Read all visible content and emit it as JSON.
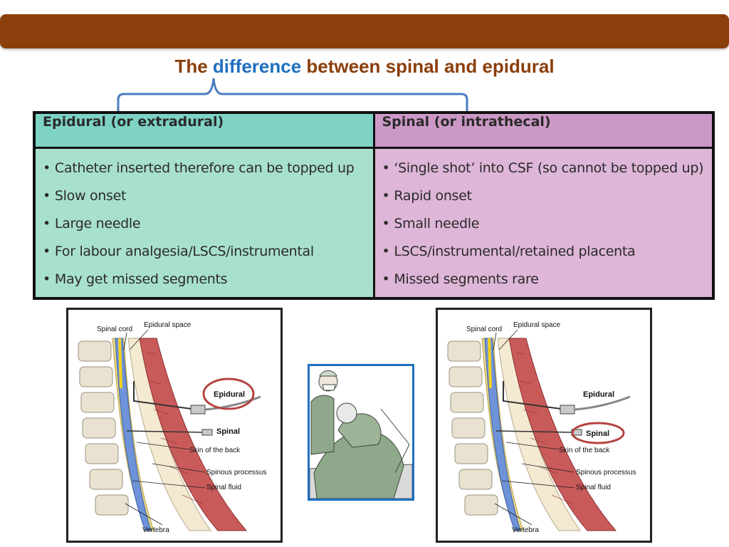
{
  "header": {
    "title_part1": "The ",
    "title_accent": "difference",
    "title_part2": " between spinal and epidural"
  },
  "table": {
    "epidural_header": "Epidural (or extradural)",
    "spinal_header": "Spinal (or intrathecal)",
    "epidural_points": [
      "Catheter inserted therefore  can be topped up",
      "Slow onset",
      "Large needle",
      "For labour analgesia/LSCS/instrumental",
      "May get missed segments"
    ],
    "spinal_points": [
      "‘Single shot’ into CSF (so cannot be topped up)",
      "Rapid onset",
      "Small needle",
      "LSCS/instrumental/retained placenta",
      "Missed segments rare"
    ]
  },
  "diagram_left": {
    "spinal_cord": "Spinal cord",
    "epidural_space": "Epidural space",
    "epidural": "Epidural",
    "spinal": "Spinal",
    "skin": "Skin of the back",
    "spinous": "Spinous processus",
    "fluid": "Spinal fluid",
    "vertebra": "Vertebra"
  },
  "diagram_right": {
    "spinal_cord": "Spinal cord",
    "epidural_space": "Epidural space",
    "epidural": "Epidural",
    "spinal": "Spinal",
    "skin": "Skin of the back",
    "spinous": "Spinous processus",
    "fluid": "Spinal fluid",
    "vertebra": "Vertebra"
  },
  "colors": {
    "top_bar": "#8B3F0B",
    "title": "#8B3F0B",
    "accent": "#1F6FC0",
    "epidural_header": "#7ED3C5",
    "epidural_body": "#A8E0CE",
    "spinal_header": "#CC99C7",
    "spinal_body": "#DEB6D8",
    "highlight_ring": "#B5443F"
  }
}
